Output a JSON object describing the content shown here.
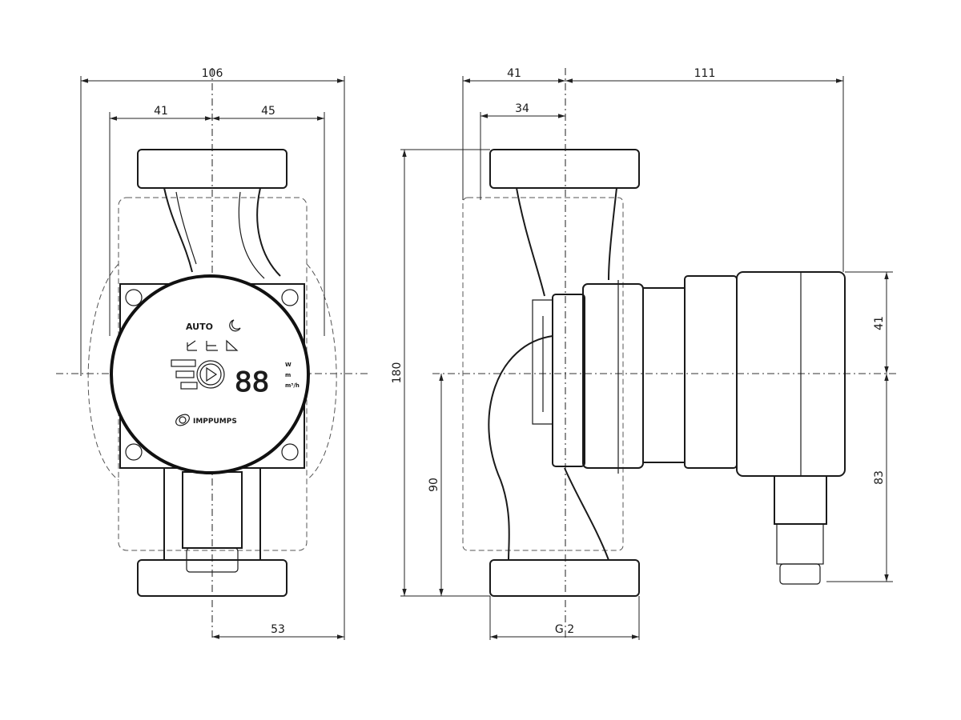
{
  "front_view": {
    "dimensions": {
      "overall_width": "106",
      "left_offset": "41",
      "right_offset": "45",
      "bottom_offset": "53"
    },
    "face": {
      "auto_label": "AUTO",
      "unit_w": "W",
      "unit_m": "m",
      "unit_flow": "m³/h",
      "brand": "IMPPUMPS",
      "display_digits": "88"
    }
  },
  "side_view": {
    "dimensions": {
      "left_offset": "41",
      "motor_length": "111",
      "inner_offset": "34",
      "height": "180",
      "half_height": "90",
      "upper_motor": "41",
      "lower_motor": "83",
      "thread": "G 2"
    }
  }
}
